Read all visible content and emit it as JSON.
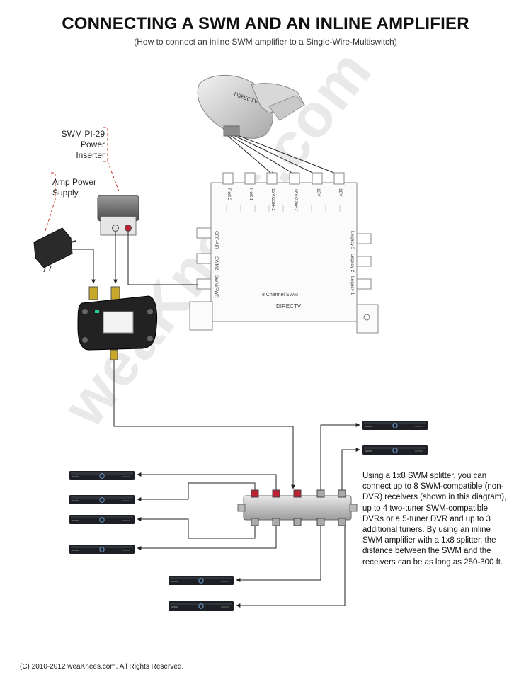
{
  "title": "CONNECTING A SWM AND AN INLINE AMPLIFIER",
  "subtitle": "(How to connect an inline SWM amplifier to a Single-Wire-Multiswitch)",
  "labels": {
    "pi29_line1": "SWM PI-29",
    "pi29_line2": "Power",
    "pi29_line3": "Inserter",
    "amp_line1": "Amp Power",
    "amp_line2": "Supply"
  },
  "swm": {
    "ports_top": [
      "Port 2",
      "Port 1",
      "13V/22kHz",
      "18V/22kHz",
      "13V",
      "18V"
    ],
    "ports_left": [
      "OFF-AIR",
      "SWM2",
      "SWM/PWR"
    ],
    "ports_right": [
      "Legacy 3",
      "Legacy 2",
      "Legacy 1"
    ],
    "model_label": "8 Channel SWM",
    "brand": "DIRECTV"
  },
  "dish_brand": "DIRECTV",
  "description": "Using a 1x8 SWM splitter, you can connect up to 8 SWM-compatible (non-DVR) receivers (shown in this diagram), up to 4 two-tuner SWM-compatible DVRs or a 5-tuner DVR and up to 3 additional tuners. By using an inline SWM amplifier with a 1x8 splitter, the distance between the SWM and the receivers can be as long as 250-300 ft.",
  "copyright": "(C) 2010-2012 weaKnees.com. All Rights Reserved.",
  "watermark": "weaKnees.com",
  "colors": {
    "line": "#222222",
    "dashed": "#c0392b",
    "device": "#3a3a3a",
    "outline": "#777777"
  }
}
